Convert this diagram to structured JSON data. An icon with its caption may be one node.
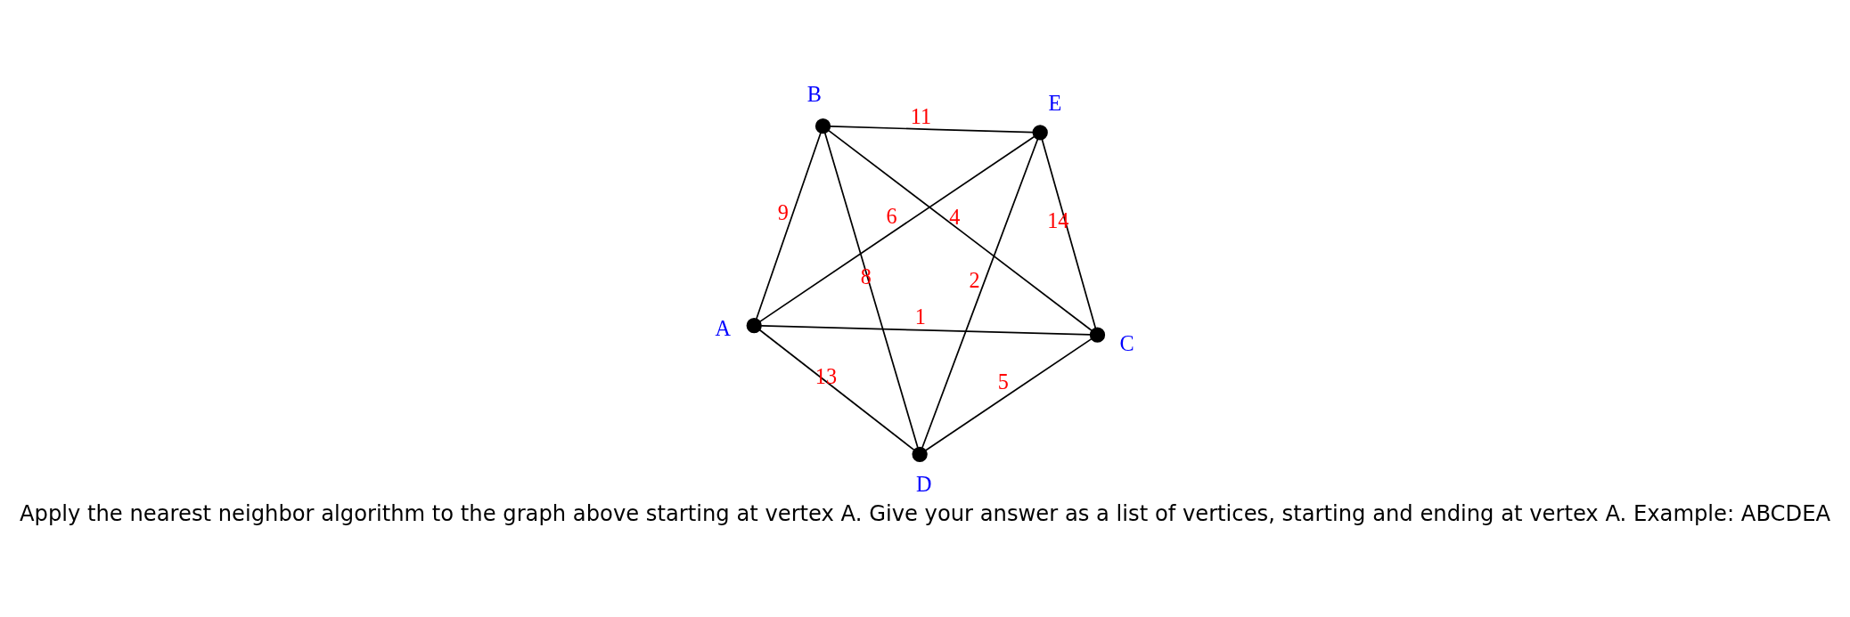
{
  "diagram": {
    "caption": "Apply the nearest neighbor algorithm to the graph above starting at vertex A. Give your answer as a list of vertices, starting and ending at vertex A. Example: ABCDEA",
    "nodes": [
      {
        "text": [],
        "shape": "circle",
        "beside": [
          "B"
        ]
      },
      {
        "text": [],
        "shape": "circle",
        "beside": [
          "C"
        ]
      },
      {
        "text": [],
        "shape": "circle",
        "beside": [
          "A"
        ]
      },
      {
        "text": [],
        "shape": "circle",
        "beside": [
          "D"
        ]
      },
      {
        "text": [],
        "shape": "circle",
        "beside": [
          "E"
        ]
      }
    ],
    "edges": [
      {
        "from": 1,
        "to": 0,
        "arrow": "none",
        "label": "4"
      },
      {
        "from": 1,
        "to": 2,
        "arrow": "none",
        "label": "1"
      },
      {
        "from": 0,
        "to": 2,
        "arrow": "none",
        "label": "9"
      },
      {
        "from": 0,
        "to": 3,
        "arrow": "none",
        "label": "8"
      },
      {
        "from": 0,
        "to": 4,
        "arrow": "none",
        "label": "11"
      },
      {
        "from": 1,
        "to": 3,
        "arrow": "none",
        "label": "5"
      },
      {
        "from": 1,
        "to": 4,
        "arrow": "none",
        "label": "14"
      },
      {
        "from": 2,
        "to": 3,
        "arrow": "none",
        "label": "13"
      },
      {
        "from": 2,
        "to": 4,
        "arrow": "none",
        "label": "6"
      },
      {
        "from": 3,
        "to": 4,
        "arrow": "none",
        "label": "2"
      }
    ]
  }
}
